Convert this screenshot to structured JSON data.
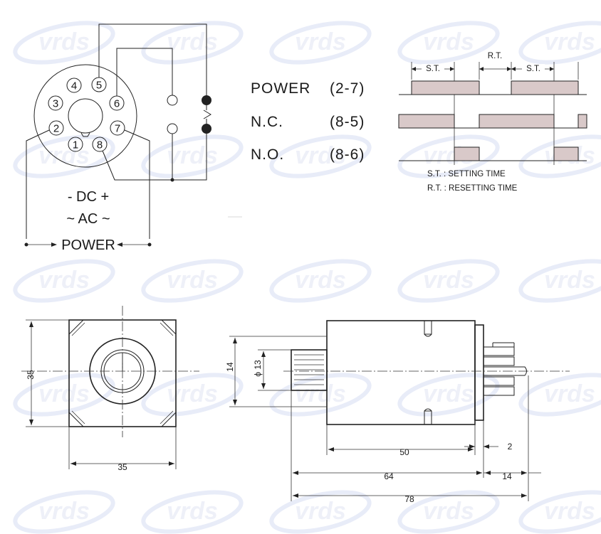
{
  "wiring": {
    "pins": [
      "1",
      "2",
      "3",
      "4",
      "5",
      "6",
      "7",
      "8"
    ],
    "dc_label": "- DC +",
    "ac_label": "~ AC ~",
    "power_label": "POWER"
  },
  "contacts": [
    {
      "name": "POWER",
      "pins": "(2-7)"
    },
    {
      "name": "N.C.",
      "pins": "(8-5)"
    },
    {
      "name": "N.O.",
      "pins": "(8-6)"
    }
  ],
  "timing": {
    "st_label": "S.T.",
    "rt_label": "R.T.",
    "legend_st": "S.T. : SETTING TIME",
    "legend_rt": "R.T. : RESETTING TIME"
  },
  "dimensions": {
    "front_width": "35",
    "front_height": "35",
    "side_14": "14",
    "shaft_dia": "ϕ 13",
    "body_50": "50",
    "pin_2": "2",
    "total_64": "64",
    "pin_14": "14",
    "total_78": "78"
  },
  "watermark": "vrds"
}
